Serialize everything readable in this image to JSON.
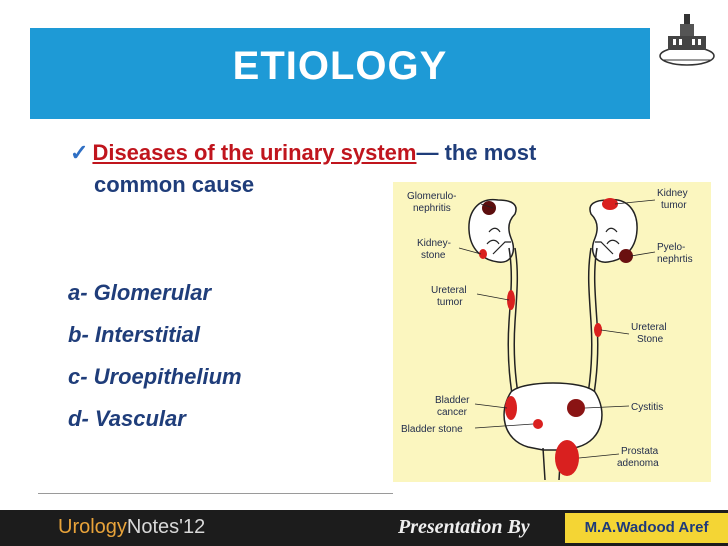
{
  "slide": {
    "title": "ETIOLOGY",
    "bullet": {
      "highlight": "Diseases of the urinary system",
      "rest": "— the most",
      "line2": "common cause"
    },
    "list": [
      "a- Glomerular",
      "b- Interstitial",
      "c- Uroepithelium",
      "d- Vascular"
    ]
  },
  "diagram": {
    "labels": {
      "glomerulonephritis_1": "Glomerulo-",
      "glomerulonephritis_2": "nephritis",
      "kidney_tumor_1": "Kidney",
      "kidney_tumor_2": "tumor",
      "kidney_stone_1": "Kidney-",
      "kidney_stone_2": "stone",
      "pyelonephritis_1": "Pyelo-",
      "pyelonephritis_2": "nephrtis",
      "ureteral_tumor_1": "Ureteral",
      "ureteral_tumor_2": "tumor",
      "ureteral_stone_1": "Ureteral",
      "ureteral_stone_2": "Stone",
      "bladder_cancer_1": "Bladder",
      "bladder_cancer_2": "cancer",
      "bladder_stone": "Bladder stone",
      "cystitis": "Cystitis",
      "prostata_1": "Prostata",
      "prostata_2": "adenoma"
    }
  },
  "footer": {
    "notes_a": "Urology",
    "notes_b": "Notes",
    "notes_c": "'12",
    "presentation": "Presentation By",
    "author": "M.A.Wadood Aref"
  },
  "colors": {
    "title_bar": "#1e9ad6",
    "text_blue": "#1f3d7a",
    "highlight_red": "#c0151d",
    "diagram_bg": "#fbf6bf",
    "lesion_red": "#d9201f"
  }
}
